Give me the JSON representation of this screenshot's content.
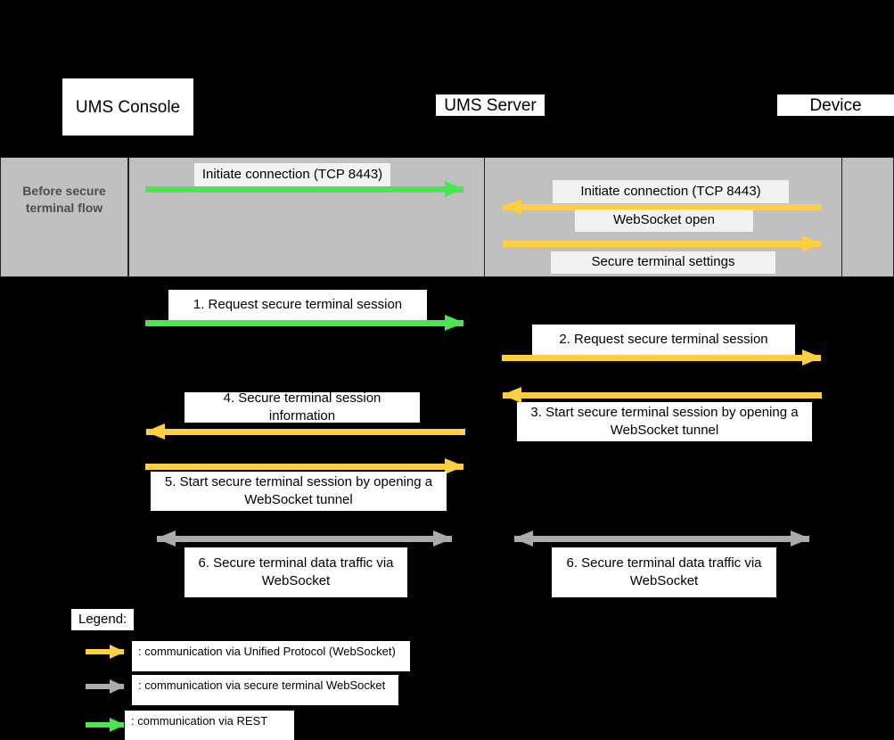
{
  "colors": {
    "background": "#000000",
    "band": "#c0c0c0",
    "rest_green": "#4ce552",
    "unified_yellow": "#ffcf3f",
    "secure_grey": "#ababab",
    "caption_white": "#ffffff",
    "caption_offwhite": "#f2f2f2",
    "band_label_text": "#4d4d4d"
  },
  "actors": [
    {
      "id": "ums-console",
      "label": "UMS Console"
    },
    {
      "id": "ums-server",
      "label": "UMS Server"
    },
    {
      "id": "device",
      "label": "Device"
    }
  ],
  "phase_band": {
    "label": "Before secure terminal flow",
    "messages": [
      {
        "id": "band-msg-1",
        "label": "Initiate connection (TCP 8443)",
        "kind": "rest",
        "direction": "right",
        "lane": "console-server"
      },
      {
        "id": "band-msg-2",
        "label": "Initiate connection (TCP 8443)",
        "kind": "unified",
        "direction": "left",
        "lane": "server-device"
      },
      {
        "id": "band-msg-3",
        "label": "WebSocket open",
        "kind": "unified",
        "direction": "left",
        "lane": "server-device"
      },
      {
        "id": "band-msg-4",
        "label": "Secure terminal settings",
        "kind": "unified",
        "direction": "right",
        "lane": "server-device"
      }
    ]
  },
  "flow_messages": [
    {
      "id": "step-1",
      "number": "1.",
      "label": "Request secure terminal session",
      "kind": "rest",
      "direction": "right",
      "lane": "console-server"
    },
    {
      "id": "step-2",
      "number": "2.",
      "label": "Request secure terminal session",
      "kind": "unified",
      "direction": "right",
      "lane": "server-device"
    },
    {
      "id": "step-3",
      "number": "3.",
      "label": "Start secure terminal session by opening a WebSocket tunnel",
      "kind": "unified",
      "direction": "left",
      "lane": "server-device"
    },
    {
      "id": "step-4",
      "number": "4.",
      "label": "Secure terminal session information",
      "kind": "unified",
      "direction": "left",
      "lane": "console-server"
    },
    {
      "id": "step-5",
      "number": "5.",
      "label": "Start secure terminal session by opening a WebSocket tunnel",
      "kind": "unified",
      "direction": "right",
      "lane": "console-server"
    },
    {
      "id": "step-6a",
      "number": "6.",
      "label": "Secure terminal data traffic via WebSocket",
      "kind": "secure",
      "direction": "both",
      "lane": "console-server"
    },
    {
      "id": "step-6b",
      "number": "6.",
      "label": "Secure terminal data traffic via WebSocket",
      "kind": "secure",
      "direction": "both",
      "lane": "server-device"
    }
  ],
  "legend": {
    "title": "Legend:",
    "entries": [
      {
        "id": "legend-unified",
        "kind": "unified",
        "label": ": communication via Unified Protocol (WebSocket)"
      },
      {
        "id": "legend-secure",
        "kind": "secure",
        "label": ": communication via secure terminal WebSocket"
      },
      {
        "id": "legend-rest",
        "kind": "rest",
        "label": ": communication via REST"
      }
    ]
  },
  "caption_text": {
    "band_msg_1": "Initiate connection (TCP 8443)",
    "band_msg_2": "Initiate connection (TCP 8443)",
    "band_msg_3": "WebSocket open",
    "band_msg_4": "Secure terminal settings",
    "step_1": "1.   Request secure terminal session",
    "step_2": "2.   Request secure terminal session",
    "step_3": "3.   Start secure terminal session by opening a WebSocket tunnel",
    "step_4": "4.   Secure terminal session information",
    "step_5": "5.   Start secure terminal session by opening a WebSocket tunnel",
    "step_6a": "6.   Secure terminal data traffic via WebSocket",
    "step_6b": "6.   Secure terminal data traffic via WebSocket"
  }
}
